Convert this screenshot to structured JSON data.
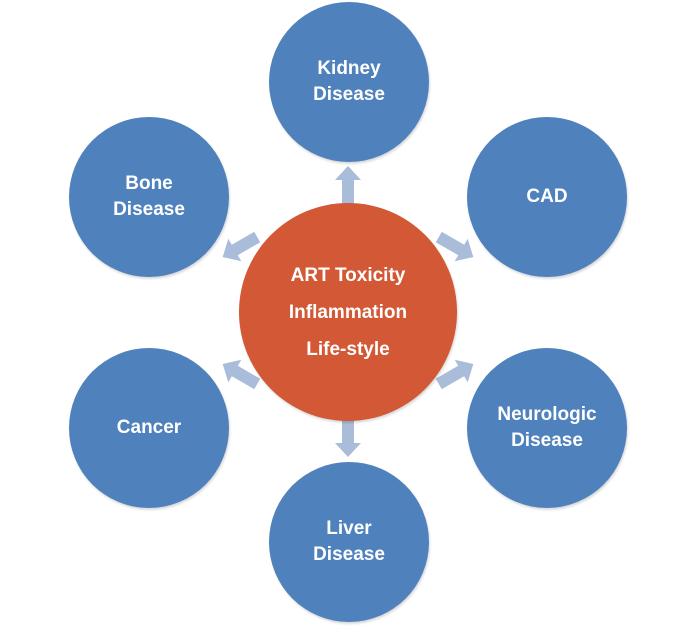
{
  "center": {
    "lines": [
      "ART Toxicity",
      "Inflammation",
      "Life-style"
    ],
    "color": "#d35835"
  },
  "nodes": [
    {
      "id": "kidney",
      "lines": [
        "Kidney",
        "Disease"
      ]
    },
    {
      "id": "cad",
      "lines": [
        "CAD"
      ]
    },
    {
      "id": "neurologic",
      "lines": [
        "Neurologic",
        "Disease"
      ]
    },
    {
      "id": "liver",
      "lines": [
        "Liver",
        "Disease"
      ]
    },
    {
      "id": "cancer",
      "lines": [
        "Cancer"
      ]
    },
    {
      "id": "bone",
      "lines": [
        "Bone",
        "Disease"
      ]
    }
  ],
  "colors": {
    "outer_node": "#4f81bd",
    "arrow": "#a9bcd9",
    "text": "#ffffff",
    "background": "#ffffff"
  }
}
